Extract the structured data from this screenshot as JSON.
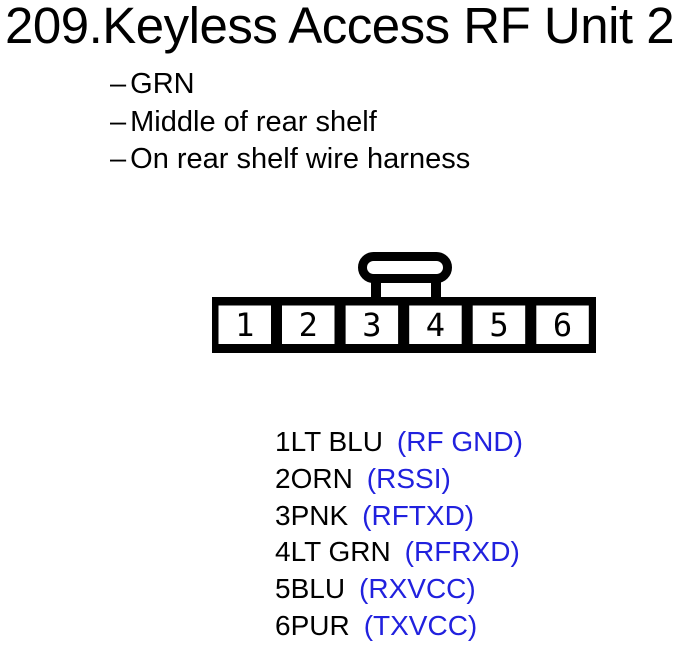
{
  "title": "209.Keyless Access RF Unit 2",
  "notes": {
    "bullet": "–",
    "items": [
      "GRN",
      "Middle of rear shelf",
      "On rear shelf wire harness"
    ]
  },
  "connector": {
    "pins": [
      "1",
      "2",
      "3",
      "4",
      "5",
      "6"
    ]
  },
  "pin_table": {
    "rows": [
      {
        "wire": "1LT BLU",
        "signal": "(RF GND)"
      },
      {
        "wire": "2ORN",
        "signal": "(RSSI)"
      },
      {
        "wire": "3PNK",
        "signal": "(RFTXD)"
      },
      {
        "wire": "4LT GRN",
        "signal": "(RFRXD)"
      },
      {
        "wire": "5BLU",
        "signal": "(RXVCC)"
      },
      {
        "wire": "6PUR",
        "signal": "(TXVCC)"
      }
    ]
  },
  "colors": {
    "text_black": "#000000",
    "signal_blue": "#2121DE",
    "background": "#FFFFFF",
    "line_black": "#000000"
  }
}
